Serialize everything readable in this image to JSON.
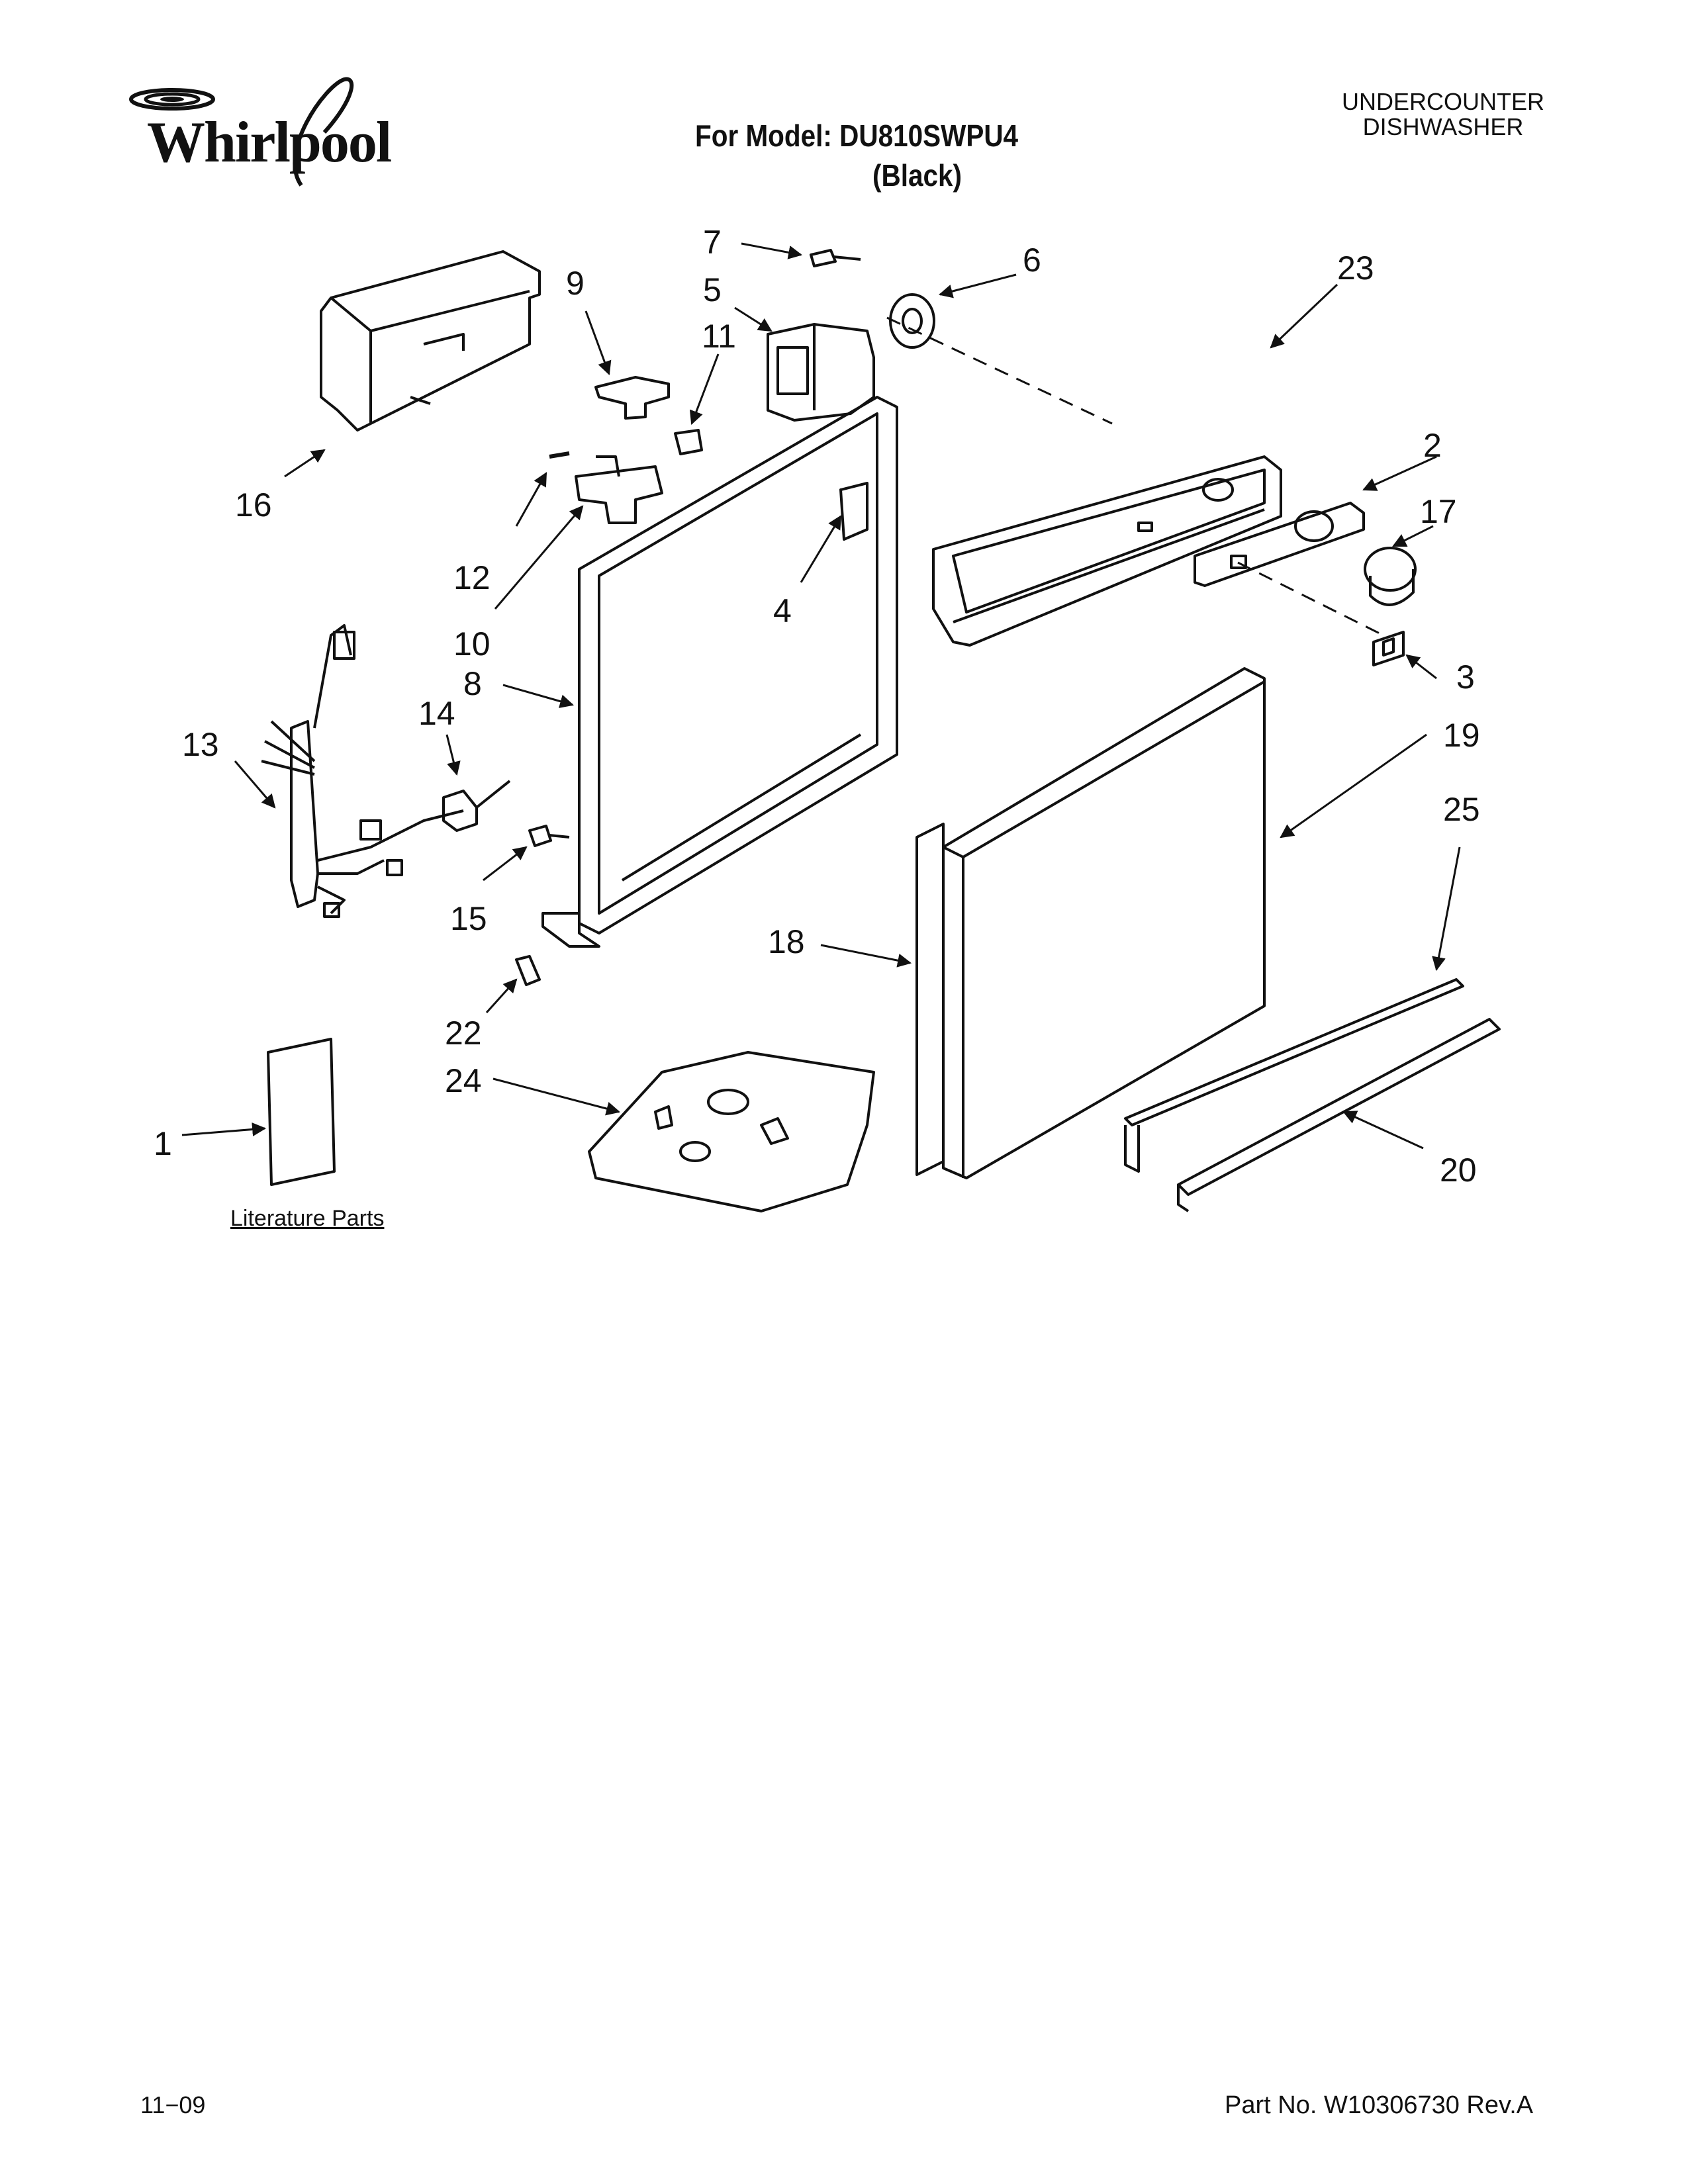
{
  "header": {
    "brand": "Whirlpool",
    "model_line": "For Model: DU810SWPU4",
    "color_line": "(Black)",
    "product_line1": "UNDERCOUNTER",
    "product_line2": "DISHWASHER"
  },
  "literature_label": "Literature Parts",
  "callouts": [
    "1",
    "2",
    "3",
    "4",
    "5",
    "6",
    "7",
    "8",
    "9",
    "10",
    "11",
    "12",
    "13",
    "14",
    "15",
    "16",
    "17",
    "18",
    "19",
    "20",
    "22",
    "23",
    "24",
    "25"
  ],
  "footer": {
    "date": "11−09",
    "part_number": "Part No. W10306730 Rev.A"
  }
}
